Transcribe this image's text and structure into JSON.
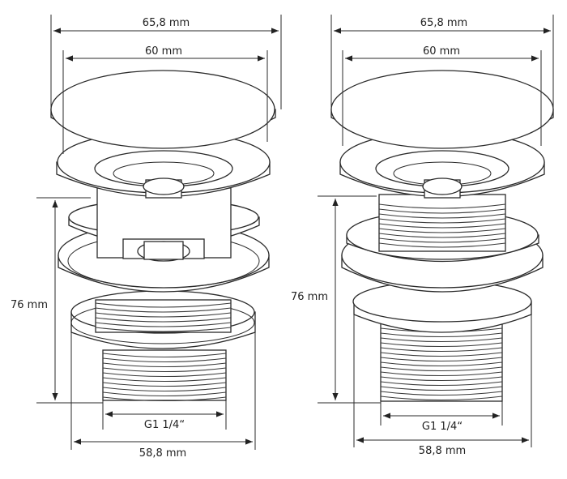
{
  "drawings": [
    {
      "variant": "left",
      "dim_outer_width": "65,8 mm",
      "dim_cap_width": "60 mm",
      "dim_height": "76 mm",
      "dim_thread": "G1 1/4“",
      "dim_base_width": "58,8 mm"
    },
    {
      "variant": "right",
      "dim_outer_width": "65,8 mm",
      "dim_cap_width": "60 mm",
      "dim_height": "76 mm",
      "dim_thread": "G1 1/4“",
      "dim_base_width": "58,8 mm"
    }
  ]
}
